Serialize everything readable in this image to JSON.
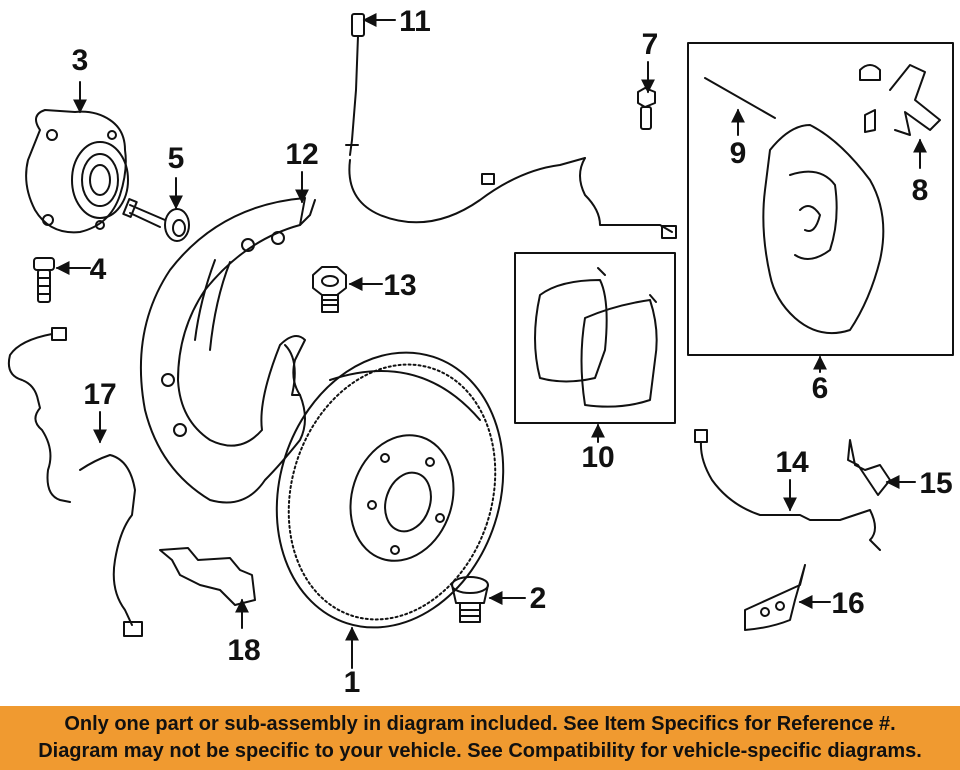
{
  "callouts": {
    "c1": "1",
    "c2": "2",
    "c3": "3",
    "c4": "4",
    "c5": "5",
    "c6": "6",
    "c7": "7",
    "c8": "8",
    "c9": "9",
    "c10": "10",
    "c11": "11",
    "c12": "12",
    "c13": "13",
    "c14": "14",
    "c15": "15",
    "c16": "16",
    "c17": "17",
    "c18": "18"
  },
  "banner": {
    "line1": "Only one part or sub-assembly in diagram included. See Item Specifics for Reference #.",
    "line2": "Diagram may not be specific to your vehicle. See Compatibility for vehicle-specific diagrams."
  },
  "colors": {
    "banner_bg": "#f09a30",
    "line": "#111111"
  }
}
